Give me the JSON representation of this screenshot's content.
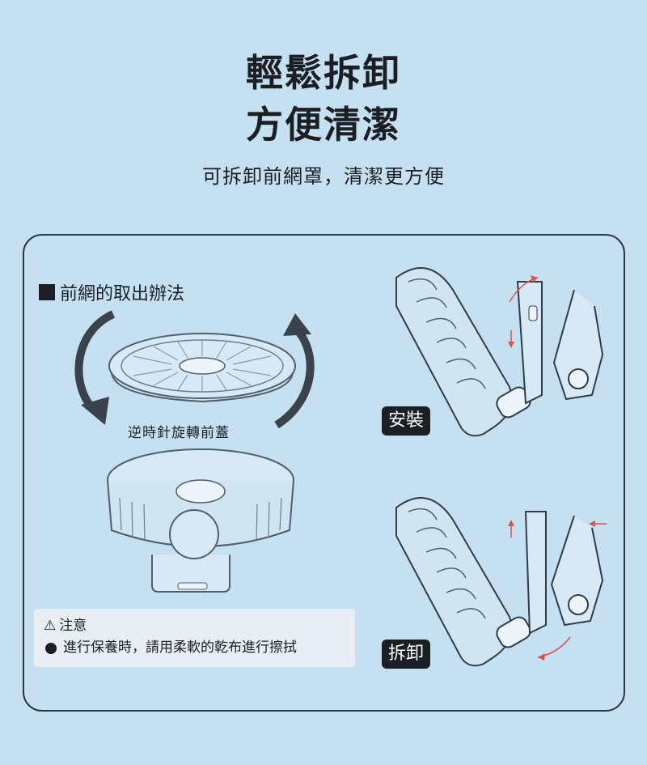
{
  "header": {
    "title_line1": "輕鬆拆卸",
    "title_line2": "方便清潔",
    "subtitle": "可拆卸前網罩，清潔更方便"
  },
  "panel": {
    "section_title": "前網的取出辦法",
    "rotate_label": "逆時針旋轉前蓋",
    "note": {
      "heading": "注意",
      "text": "進行保養時，請用柔軟的乾布進行擦拭"
    },
    "tags": {
      "install": "安裝",
      "remove": "拆卸"
    }
  },
  "colors": {
    "background": "#c5e0f0",
    "line": "#2a3a46",
    "arrow": "#d9534f"
  },
  "icons": [
    "warning-icon",
    "bullet-icon",
    "rotate-arrow-icon"
  ]
}
